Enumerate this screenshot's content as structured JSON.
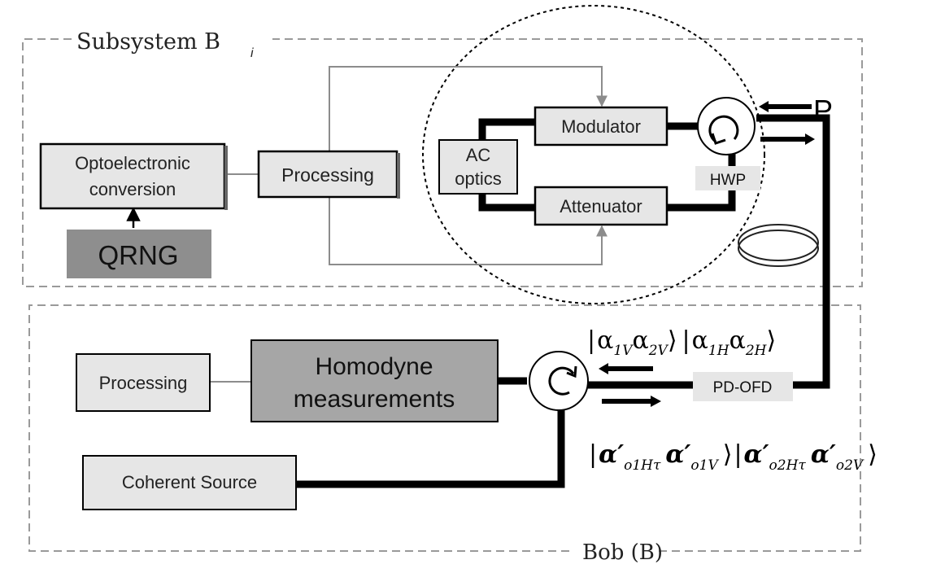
{
  "subsystem": {
    "title": "Subsystem B",
    "title_sub": "i",
    "optoelectronic_line1": "Optoelectronic",
    "optoelectronic_line2": "conversion",
    "qrng": "QRNG",
    "processing": "Processing",
    "ac_line1": "AC",
    "ac_line2": "optics",
    "modulator": "Modulator",
    "attenuator": "Attenuator",
    "hwp": "HWP",
    "p_label": "P"
  },
  "bob": {
    "title": "Bob (B)",
    "processing": "Processing",
    "homodyne_line1": "Homodyne",
    "homodyne_line2": "measurements",
    "coherent_source": "Coherent Source",
    "pd_ofd": "PD-OFD"
  },
  "states": {
    "upper": {
      "bar1": "|",
      "a1": "α",
      "s1": "1V",
      "a2": "α",
      "s2": "2V",
      "ket1": "⟩",
      "bar2": "|",
      "a3": "α",
      "s3": "1H",
      "a4": "α",
      "s4": "2H",
      "ket2": "⟩"
    },
    "lower": {
      "bar1": "|",
      "a1": "α′",
      "s1": "o1Hτ",
      "a2": "α′",
      "s2": "o1V",
      "ket1": "⟩",
      "bar2": "|",
      "a3": "α′",
      "s3": "o2Hτ",
      "a4": "α′",
      "s4": "o2V",
      "ket2": "⟩"
    }
  },
  "colors": {
    "dashed_border": "#9a9a9a",
    "box_fill": "#e6e6e6",
    "dark_box_fill": "#8e8e8e",
    "homodyne_fill": "#a6a6a6",
    "fiber": "#000000",
    "thin_line": "#8c8c8c"
  }
}
